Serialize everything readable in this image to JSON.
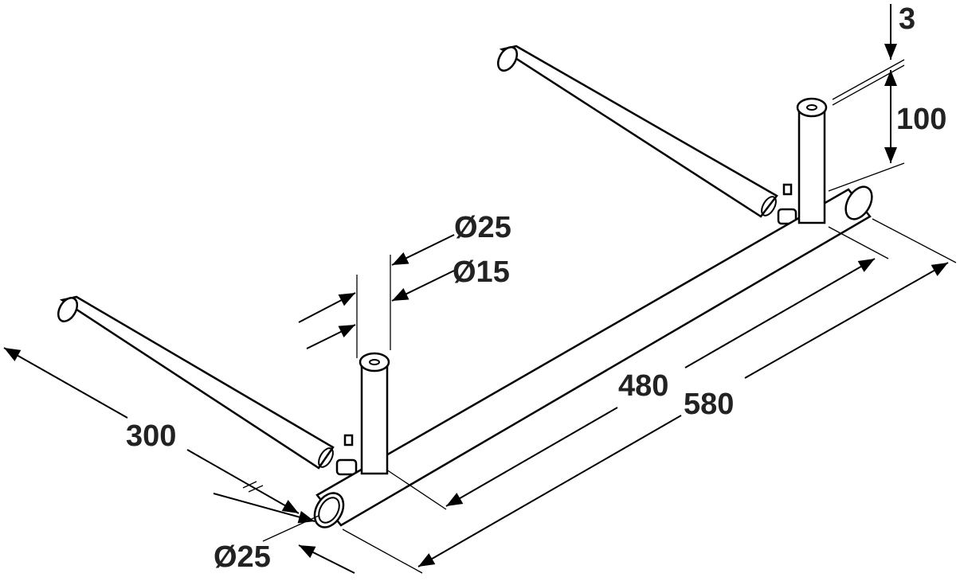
{
  "dimensions": {
    "top_offset": "3",
    "post_height": "100",
    "post_outer_diameter": "Ø25",
    "post_inner_diameter": "Ø15",
    "inner_length": "480",
    "overall_length": "580",
    "arm_length": "300",
    "tube_diameter": "Ø25"
  },
  "colors": {
    "line": "#000000",
    "text": "#222222",
    "background": "#ffffff"
  }
}
